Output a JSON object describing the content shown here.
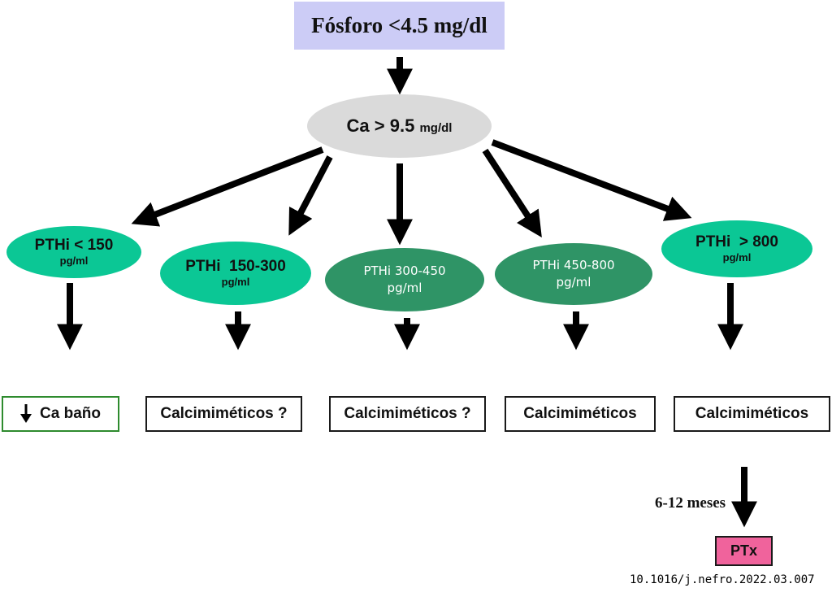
{
  "diagram": {
    "root": {
      "label": "Fósforo <4.5 mg/dl",
      "color": "#ccccf6"
    },
    "calcium": {
      "label_main": "Ca > 9.5",
      "label_unit": "mg/dl",
      "color": "#dadada"
    },
    "pth_nodes": [
      {
        "line1": "PTHi < 150",
        "line2": "pg/ml",
        "color": "#0bc795"
      },
      {
        "line1": "PTHi  150-300",
        "line2": "pg/ml",
        "color": "#0bc795"
      },
      {
        "line1": "PTHi 300-450",
        "line2": "pg/ml",
        "color": "#2f9466"
      },
      {
        "line1": "PTHi 450-800",
        "line2": "pg/ml",
        "color": "#2f9466"
      },
      {
        "line1": "PTHi  > 800",
        "line2": "pg/ml",
        "color": "#0bc795"
      }
    ],
    "treatments": [
      {
        "label": "Ca baño",
        "prefix_icon": "down-arrow-icon"
      },
      {
        "label": "Calcimiméticos ?"
      },
      {
        "label": "Calcimiméticos ?"
      },
      {
        "label": "Calcimiméticos"
      },
      {
        "label": "Calcimiméticos"
      }
    ],
    "followup": {
      "label": "6-12 meses"
    },
    "final": {
      "label": "PTx",
      "color": "#f0639c"
    },
    "edges": [
      {
        "from": "root",
        "to": "calcium"
      },
      {
        "from": "calcium",
        "to": "pth-0"
      },
      {
        "from": "calcium",
        "to": "pth-1"
      },
      {
        "from": "calcium",
        "to": "pth-2"
      },
      {
        "from": "calcium",
        "to": "pth-3"
      },
      {
        "from": "calcium",
        "to": "pth-4"
      },
      {
        "from": "pth-0",
        "to": "treatment-0"
      },
      {
        "from": "pth-1",
        "to": "treatment-1"
      },
      {
        "from": "pth-2",
        "to": "treatment-2"
      },
      {
        "from": "pth-3",
        "to": "treatment-3"
      },
      {
        "from": "pth-4",
        "to": "treatment-4"
      },
      {
        "from": "treatment-4",
        "to": "final",
        "label": "6-12 meses"
      }
    ]
  },
  "citation": "10.1016/j.nefro.2022.03.007"
}
